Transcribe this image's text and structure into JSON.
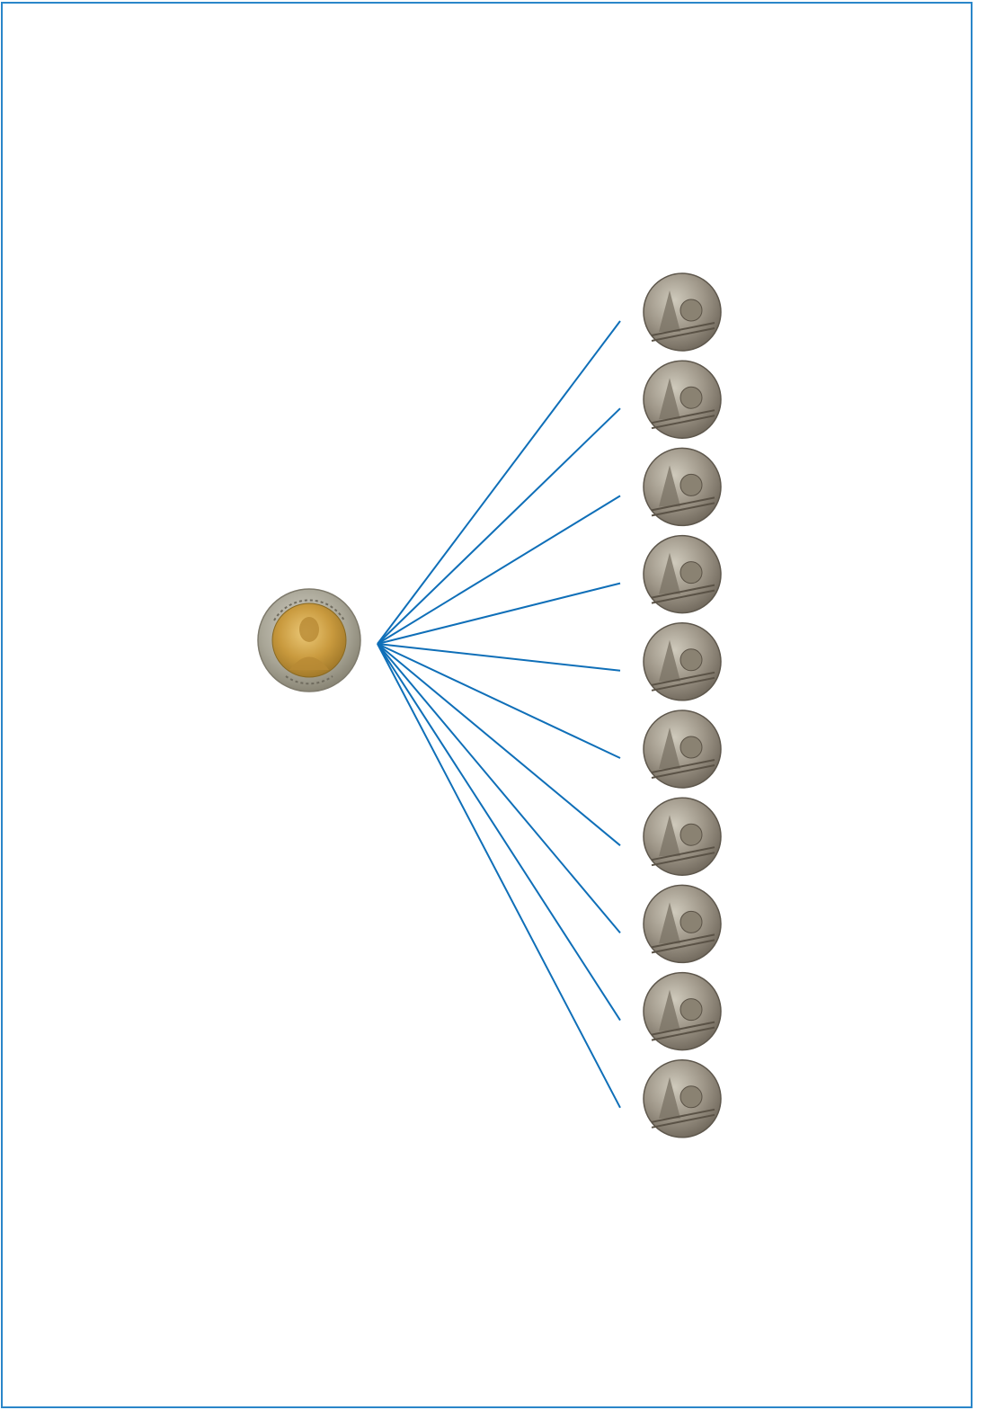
{
  "diagram": {
    "description_colors": {
      "frame": "#2a86c9",
      "connector": "#0f6fb8"
    },
    "source": {
      "name": "large-bimetal-coin",
      "icon": "ten-baht-coin-icon"
    },
    "targets": [
      {
        "name": "small-coin-1",
        "icon": "one-baht-coin-icon"
      },
      {
        "name": "small-coin-2",
        "icon": "one-baht-coin-icon"
      },
      {
        "name": "small-coin-3",
        "icon": "one-baht-coin-icon"
      },
      {
        "name": "small-coin-4",
        "icon": "one-baht-coin-icon"
      },
      {
        "name": "small-coin-5",
        "icon": "one-baht-coin-icon"
      },
      {
        "name": "small-coin-6",
        "icon": "one-baht-coin-icon"
      },
      {
        "name": "small-coin-7",
        "icon": "one-baht-coin-icon"
      },
      {
        "name": "small-coin-8",
        "icon": "one-baht-coin-icon"
      },
      {
        "name": "small-coin-9",
        "icon": "one-baht-coin-icon"
      },
      {
        "name": "small-coin-10",
        "icon": "one-baht-coin-icon"
      }
    ]
  }
}
